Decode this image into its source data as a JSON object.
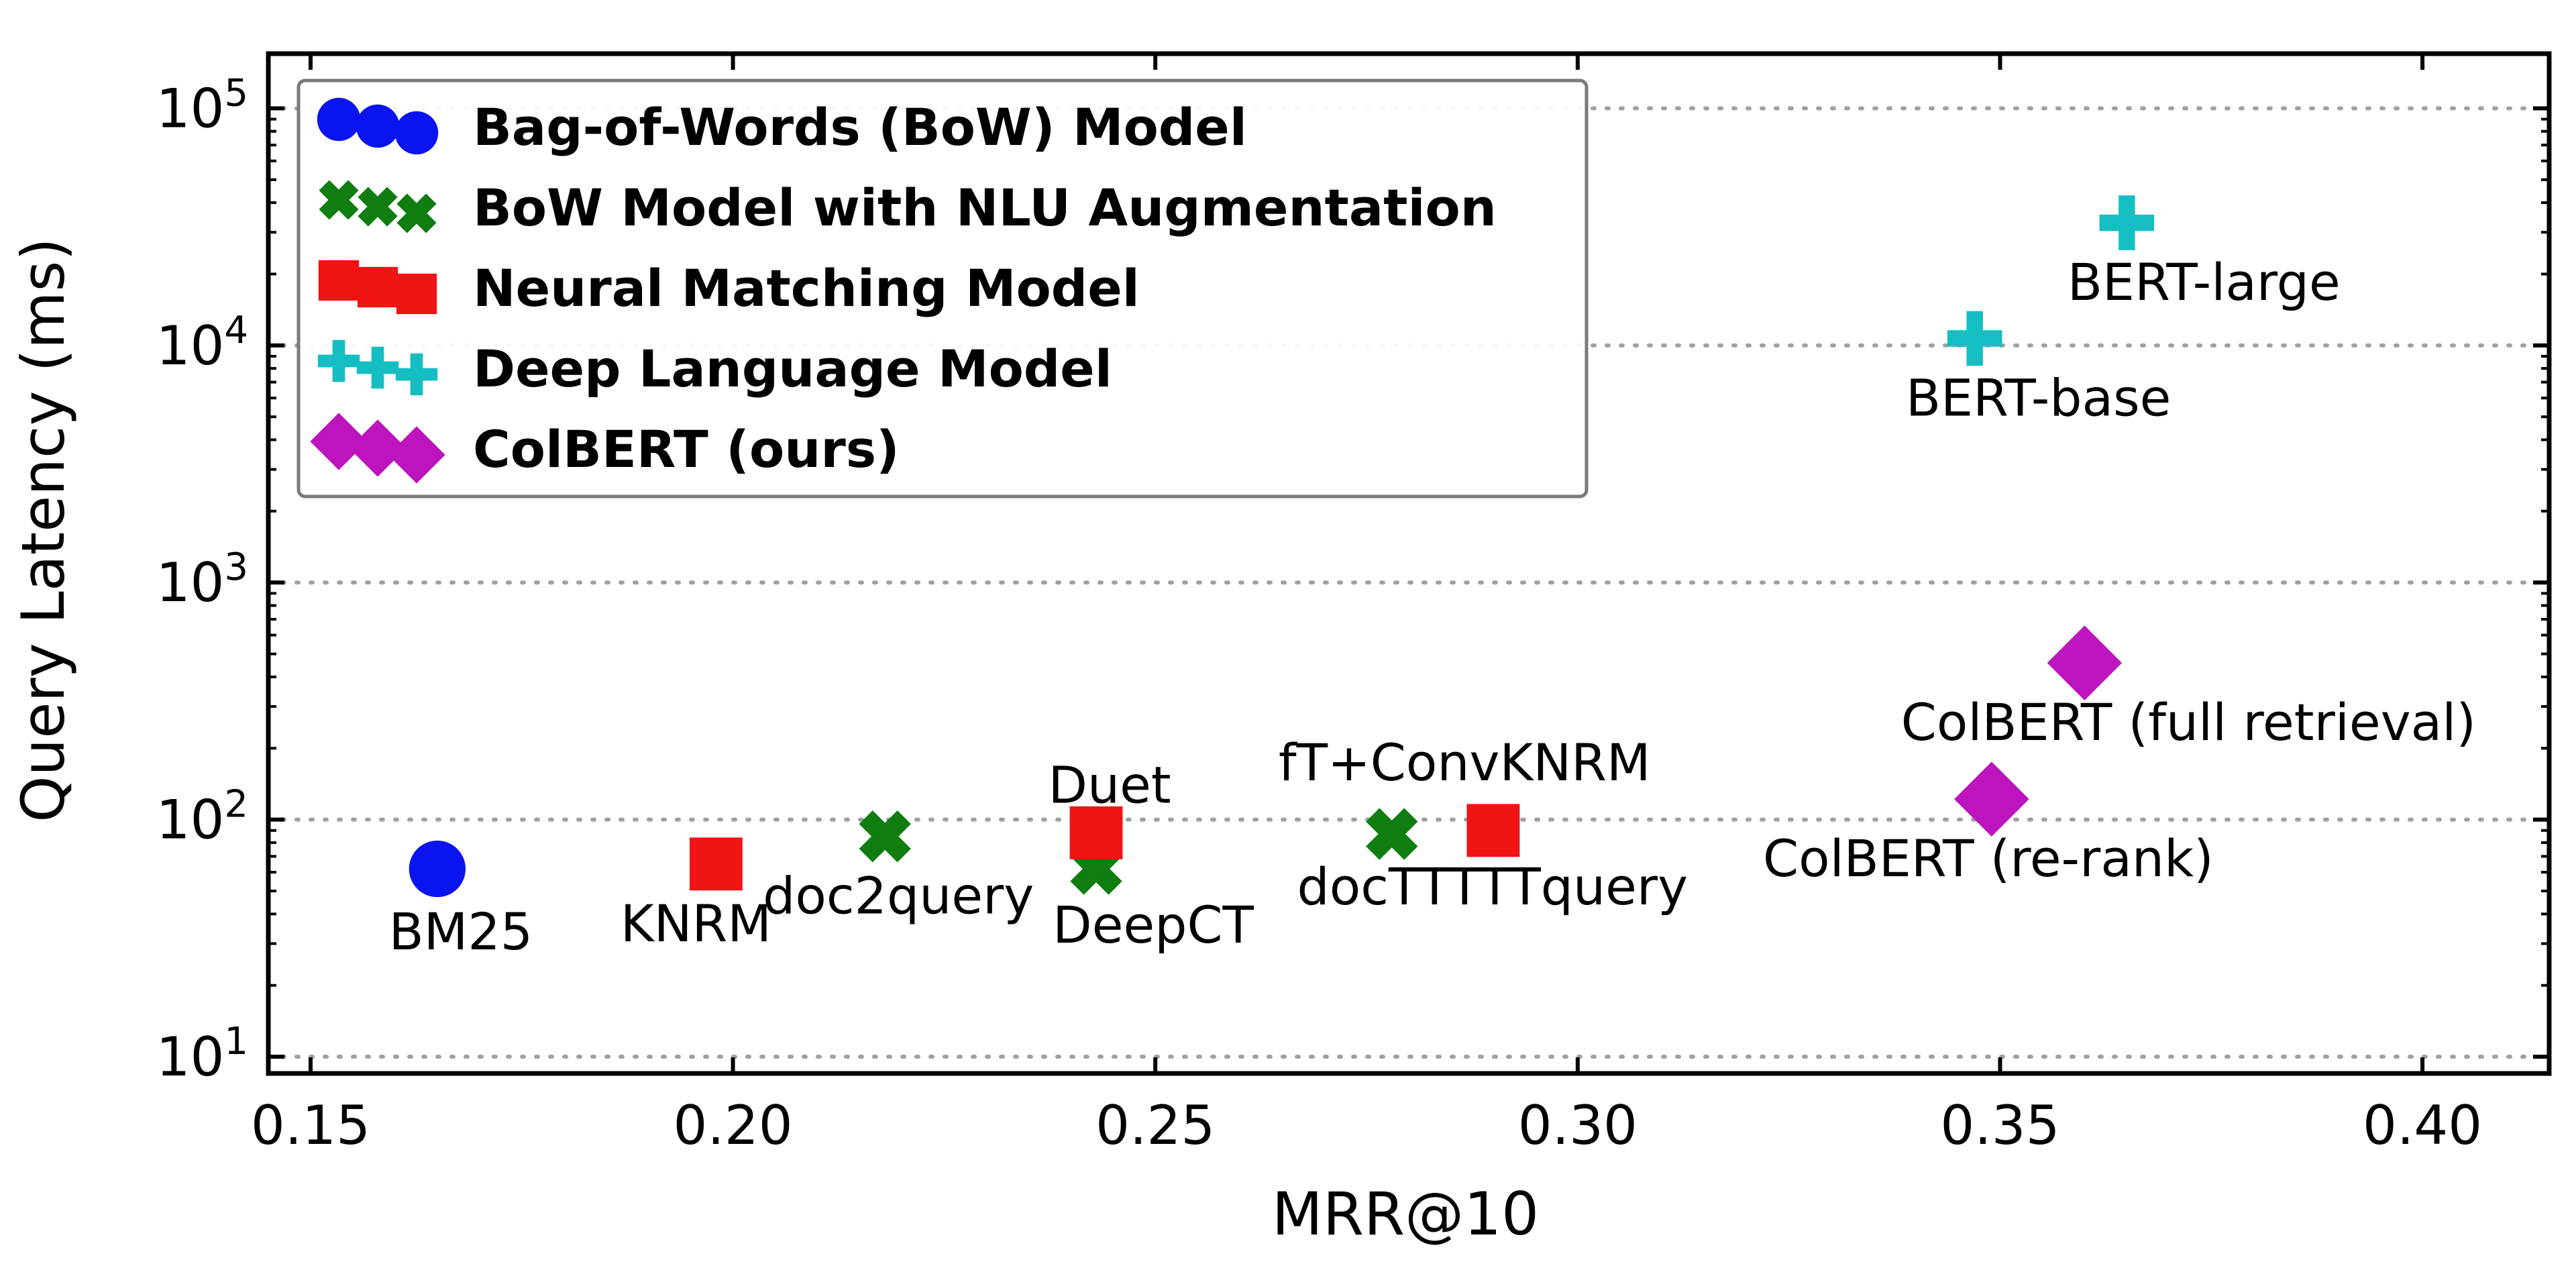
{
  "chart_data": {
    "type": "scatter",
    "xlabel": "MRR@10",
    "ylabel": "Query Latency (ms)",
    "xlim": [
      0.145,
      0.415
    ],
    "ylim": [
      8.5,
      170000
    ],
    "y_scale": "log",
    "grid": "horizontal dotted",
    "legend_position": "top-left",
    "x_ticks": [
      "0.15",
      "0.20",
      "0.25",
      "0.30",
      "0.35",
      "0.40"
    ],
    "x_tick_values": [
      0.15,
      0.2,
      0.25,
      0.3,
      0.35,
      0.4
    ],
    "y_tick_values": [
      10,
      100,
      1000,
      10000,
      100000
    ],
    "y_tick_exponents": [
      "1",
      "2",
      "3",
      "4",
      "5"
    ],
    "y_tick_base": "10",
    "series": [
      {
        "name": "Bag-of-Words (BoW) Model",
        "color": "#0a14f0",
        "marker": "circle",
        "points": [
          {
            "label": "BM25",
            "x": 0.165,
            "y": 62
          }
        ]
      },
      {
        "name": "BoW Model with NLU Augmentation",
        "color": "#0f7d0f",
        "marker": "x",
        "points": [
          {
            "label": "doc2query",
            "x": 0.218,
            "y": 85
          },
          {
            "label": "DeepCT",
            "x": 0.243,
            "y": 62
          },
          {
            "label": "docTTTTTquery",
            "x": 0.278,
            "y": 87
          }
        ]
      },
      {
        "name": "Neural Matching Model",
        "color": "#f01414",
        "marker": "square",
        "points": [
          {
            "label": "KNRM",
            "x": 0.198,
            "y": 65
          },
          {
            "label": "Duet",
            "x": 0.243,
            "y": 88
          },
          {
            "label": "fT+ConvKNRM",
            "x": 0.29,
            "y": 90
          }
        ]
      },
      {
        "name": "Deep Language Model",
        "color": "#14bec3",
        "marker": "plus",
        "points": [
          {
            "label": "BERT-base",
            "x": 0.347,
            "y": 10700
          },
          {
            "label": "BERT-large",
            "x": 0.365,
            "y": 32900
          }
        ]
      },
      {
        "name": "ColBERT (ours)",
        "color": "#be14be",
        "marker": "diamond",
        "points": [
          {
            "label": "ColBERT (full retrieval)",
            "x": 0.36,
            "y": 458
          },
          {
            "label": "ColBERT (re-rank)",
            "x": 0.349,
            "y": 122
          }
        ]
      }
    ]
  }
}
